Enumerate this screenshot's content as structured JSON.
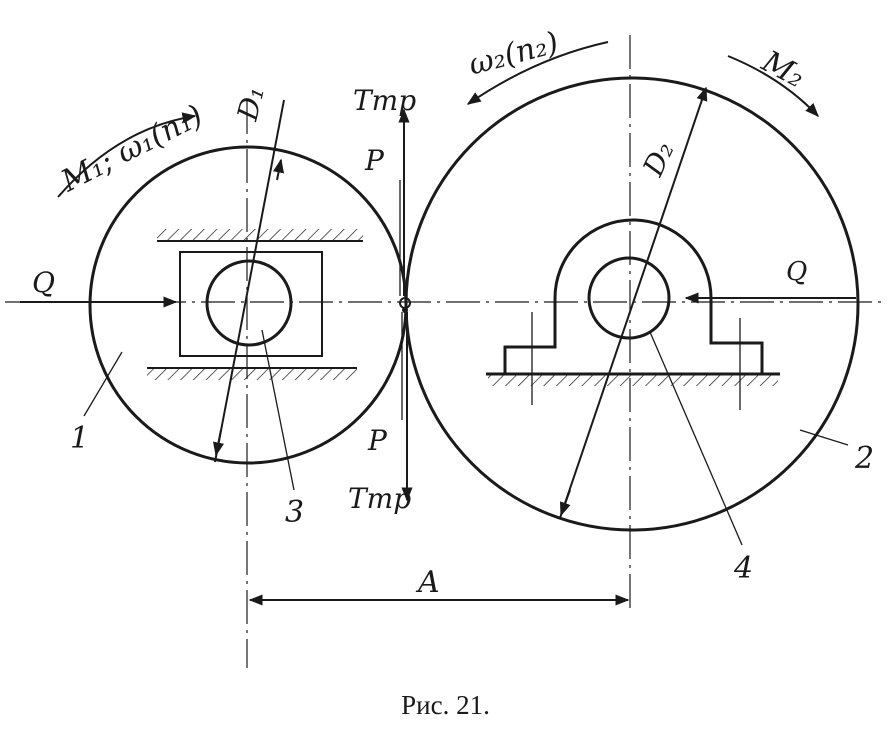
{
  "figure": {
    "caption": "Рис. 21.",
    "labels": {
      "moment_omega_1": "M₁; ω₁(n₁)",
      "omega_2": "ω₂(n₂)",
      "moment_2": "M₂",
      "diameter_1": "D₁",
      "diameter_2": "D₂",
      "friction_top": "Tтр",
      "force_top": "P",
      "force_bottom": "P",
      "friction_bottom": "Tтр",
      "load_left": "Q",
      "load_right": "Q",
      "part_1": "1",
      "part_2": "2",
      "part_3": "3",
      "part_4": "4",
      "center_distance": "A"
    }
  }
}
